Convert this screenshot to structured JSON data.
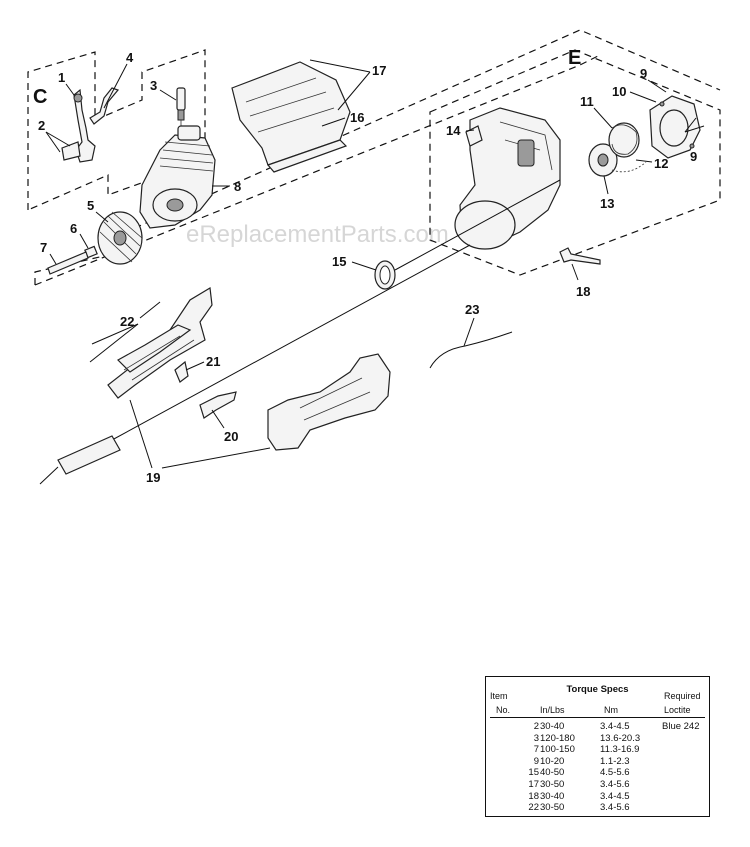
{
  "diagram": {
    "watermark": "eReplacementParts.com",
    "section_labels": [
      {
        "id": "c",
        "text": "C"
      },
      {
        "id": "e",
        "text": "E"
      }
    ],
    "callouts": [
      {
        "id": "1",
        "text": "1"
      },
      {
        "id": "2",
        "text": "2"
      },
      {
        "id": "3",
        "text": "3"
      },
      {
        "id": "4",
        "text": "4"
      },
      {
        "id": "5",
        "text": "5"
      },
      {
        "id": "6",
        "text": "6"
      },
      {
        "id": "7",
        "text": "7"
      },
      {
        "id": "8",
        "text": "8"
      },
      {
        "id": "9a",
        "text": "9"
      },
      {
        "id": "9b",
        "text": "9"
      },
      {
        "id": "10",
        "text": "10"
      },
      {
        "id": "11",
        "text": "11"
      },
      {
        "id": "12",
        "text": "12"
      },
      {
        "id": "13",
        "text": "13"
      },
      {
        "id": "14",
        "text": "14"
      },
      {
        "id": "15",
        "text": "15"
      },
      {
        "id": "16",
        "text": "16"
      },
      {
        "id": "17",
        "text": "17"
      },
      {
        "id": "18",
        "text": "18"
      },
      {
        "id": "19",
        "text": "19"
      },
      {
        "id": "20",
        "text": "20"
      },
      {
        "id": "21",
        "text": "21"
      },
      {
        "id": "22",
        "text": "22"
      },
      {
        "id": "23",
        "text": "23"
      }
    ]
  },
  "torque_table": {
    "title": "Torque Specs",
    "header": {
      "item_line1": "Item",
      "item_line2": "No.",
      "inlbs": "In/Lbs",
      "nm": "Nm",
      "loctite_line1": "Required",
      "loctite_line2": "Loctite"
    },
    "rows": [
      {
        "item": "2",
        "inlbs": "30-40",
        "nm": "3.4-4.5",
        "loctite": "Blue 242"
      },
      {
        "item": "3",
        "inlbs": "120-180",
        "nm": "13.6-20.3",
        "loctite": ""
      },
      {
        "item": "7",
        "inlbs": "100-150",
        "nm": "11.3-16.9",
        "loctite": ""
      },
      {
        "item": "9",
        "inlbs": "10-20",
        "nm": "1.1-2.3",
        "loctite": ""
      },
      {
        "item": "15",
        "inlbs": "40-50",
        "nm": "4.5-5.6",
        "loctite": ""
      },
      {
        "item": "17",
        "inlbs": "30-50",
        "nm": "3.4-5.6",
        "loctite": ""
      },
      {
        "item": "18",
        "inlbs": "30-40",
        "nm": "3.4-4.5",
        "loctite": ""
      },
      {
        "item": "22",
        "inlbs": "30-50",
        "nm": "3.4-5.6",
        "loctite": ""
      }
    ]
  }
}
